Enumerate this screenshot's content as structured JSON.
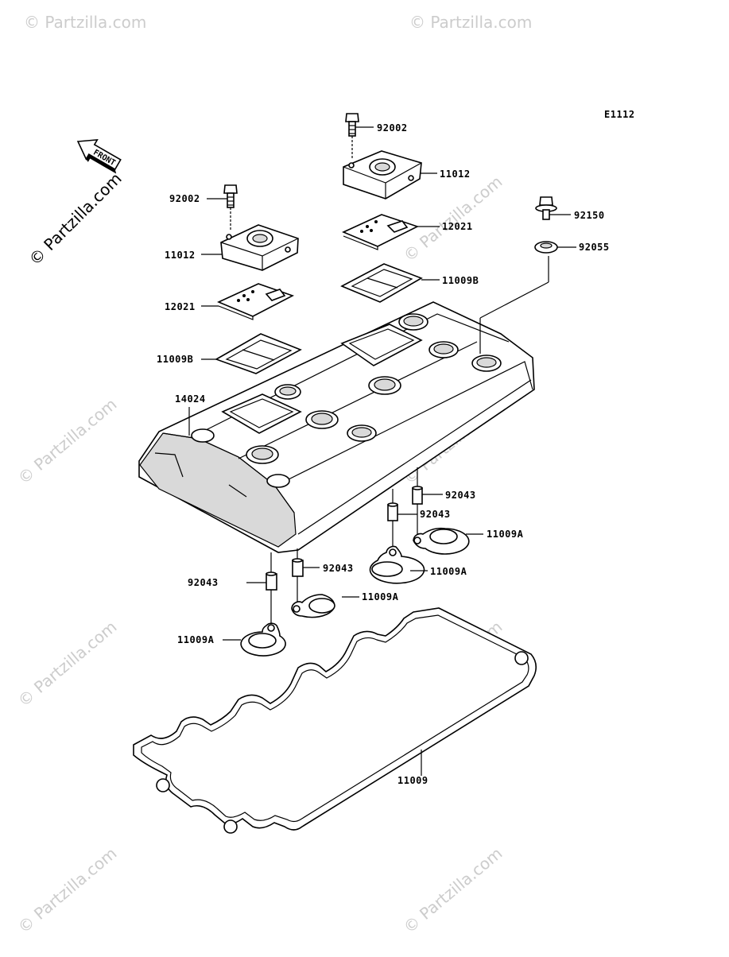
{
  "diagram_code": "E1112",
  "front_label": "FRONT",
  "watermark": "© Partzilla.com",
  "watermark_side": "© Partzilla.com",
  "labels": {
    "bolt_top_right": "92002",
    "cover_top_right": "11012",
    "plate_top_right": "12021",
    "gasket_top_right": "11009B",
    "bolt_left": "92002",
    "cover_left": "11012",
    "plate_left": "12021",
    "gasket_left": "11009B",
    "head_cover": "14024",
    "bolt_far_right": "92150",
    "washer_far_right": "92055",
    "dowel_r1": "92043",
    "dowel_r2": "92043",
    "ring_r1": "11009A",
    "ring_r2": "11009A",
    "dowel_l1": "92043",
    "dowel_l2": "92043",
    "ring_l1": "11009A",
    "ring_l2": "11009A",
    "main_gasket": "11009"
  }
}
